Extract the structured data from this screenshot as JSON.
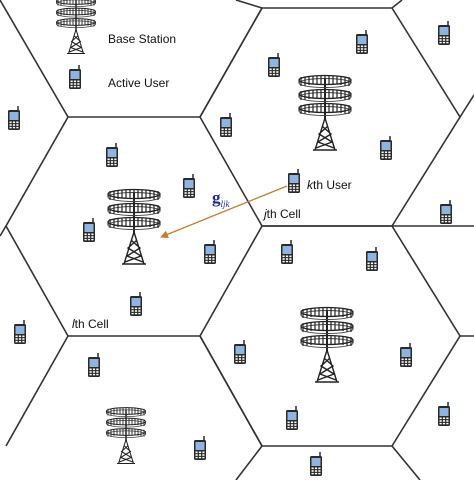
{
  "legend": {
    "base_station_label": "Base Station",
    "active_user_label": "Active User"
  },
  "labels": {
    "kth_user_italic": "k",
    "kth_user_rest": "th User",
    "jth_cell_italic": "j",
    "jth_cell_rest": "th Cell",
    "lth_cell_italic": "l",
    "lth_cell_rest": "th Cell",
    "channel_symbol": "g",
    "channel_subscript": "ljk"
  },
  "colors": {
    "cell_border": "#333333",
    "phone_screen": "#8fb4e0",
    "phone_body": "#2a2a2a",
    "tower": "#222222",
    "arrow": "#c87a2e",
    "channel_symbol": "#1f2a8c"
  },
  "icons": {
    "base_station": "antenna-tower-icon",
    "user": "mobile-phone-icon"
  }
}
